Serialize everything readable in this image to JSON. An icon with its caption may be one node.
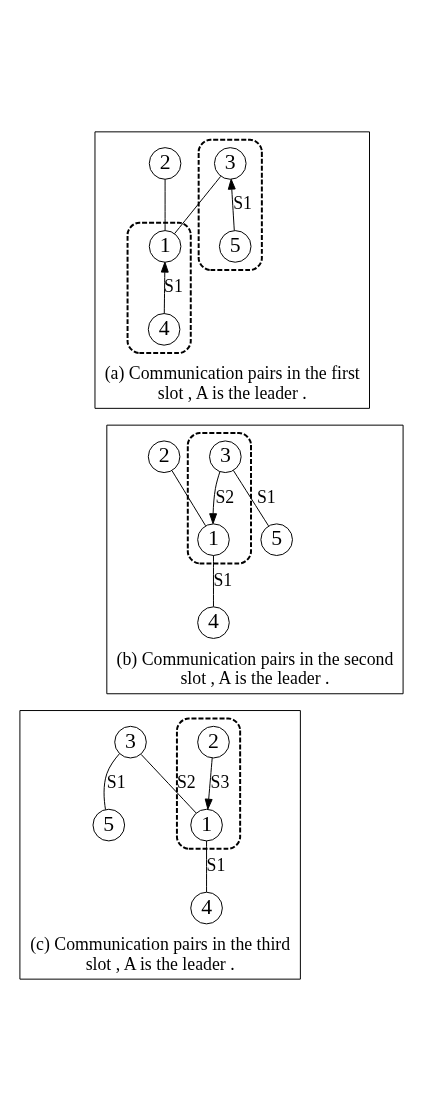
{
  "diagram": {
    "nodes": [
      {
        "text": [
          "(a) Communication pairs in the first slot , A is the leader ."
        ]
      },
      {
        "text": [],
        "shape": "ellipse",
        "in": 0
      },
      {
        "text": [],
        "shape": "ellipse",
        "in": 0
      },
      {
        "text": [
          "2"
        ],
        "in": 0
      },
      {
        "text": [
          "1"
        ],
        "in": 1
      },
      {
        "text": [
          "4"
        ],
        "in": 1
      },
      {
        "text": [
          "3"
        ],
        "in": 2
      },
      {
        "text": [
          "5"
        ],
        "in": 2
      },
      {
        "text": [
          "(b) Communication pairs in the second slot , A is the leader ."
        ]
      },
      {
        "text": [],
        "shape": "ellipse",
        "in": 8
      },
      {
        "text": [
          "2"
        ],
        "in": 8
      },
      {
        "text": [
          "1"
        ],
        "in": 9
      },
      {
        "text": [
          "3"
        ],
        "in": 9
      },
      {
        "text": [
          "5"
        ],
        "in": 8
      },
      {
        "text": [
          "4"
        ],
        "in": 8
      },
      {
        "text": [
          "(c) Communication pairs in the third slot , A is the leader ."
        ]
      },
      {
        "text": [],
        "shape": "ellipse",
        "in": 15
      },
      {
        "text": [
          "2"
        ],
        "in": 16
      },
      {
        "text": [
          "1"
        ],
        "in": 16
      },
      {
        "text": [
          "3"
        ],
        "in": 15
      },
      {
        "text": [
          "5"
        ],
        "in": 15
      },
      {
        "text": [
          "4"
        ],
        "in": 15
      }
    ],
    "edges": [
      {
        "from": 3,
        "to": 4,
        "arrow": "none"
      },
      {
        "from": 4,
        "to": 6,
        "arrow": "none"
      },
      {
        "from": 5,
        "to": 4,
        "arrow": "to",
        "label": "S1"
      },
      {
        "from": 7,
        "to": 6,
        "arrow": "to",
        "label": "S1"
      },
      {
        "from": 10,
        "to": 11,
        "arrow": "none"
      },
      {
        "from": 12,
        "to": 11,
        "arrow": "to",
        "label": "S2"
      },
      {
        "from": 12,
        "to": 13,
        "arrow": "none",
        "label": "S1"
      },
      {
        "from": 14,
        "to": 11,
        "arrow": "none",
        "label": "S1"
      },
      {
        "from": 17,
        "to": 18,
        "arrow": "to",
        "label": "S3"
      },
      {
        "from": 18,
        "to": 19,
        "arrow": "none",
        "label": "S2"
      },
      {
        "from": 19,
        "to": 20,
        "arrow": "none",
        "label": "S1"
      },
      {
        "from": 21,
        "to": 18,
        "arrow": "none",
        "label": "S1"
      }
    ]
  }
}
